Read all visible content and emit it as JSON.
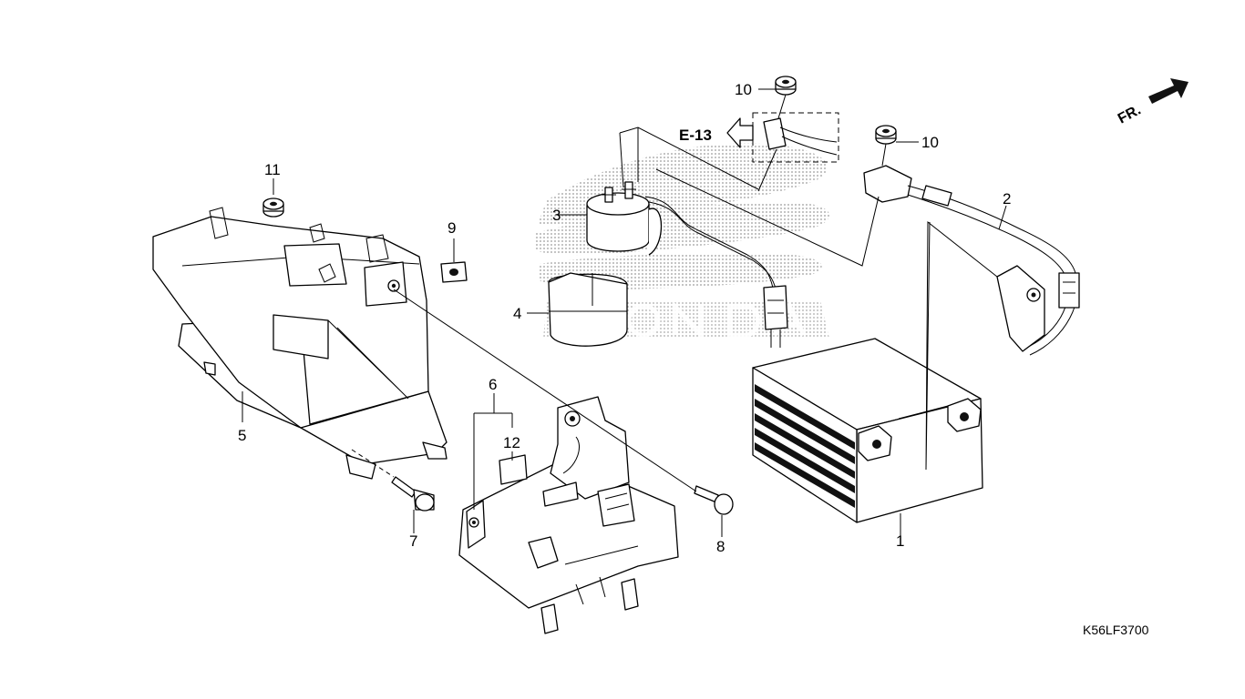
{
  "diagram": {
    "reference_code": "K56LF3700",
    "section_ref": "E-13",
    "direction_label": "FR.",
    "brand_watermark": "HONDA",
    "callouts": [
      {
        "id": "c1",
        "text": "1"
      },
      {
        "id": "c2",
        "text": "2"
      },
      {
        "id": "c3",
        "text": "3"
      },
      {
        "id": "c4",
        "text": "4"
      },
      {
        "id": "c5",
        "text": "5"
      },
      {
        "id": "c6",
        "text": "6"
      },
      {
        "id": "c7",
        "text": "7"
      },
      {
        "id": "c8",
        "text": "8"
      },
      {
        "id": "c9",
        "text": "9"
      },
      {
        "id": "c10a",
        "text": "10"
      },
      {
        "id": "c10b",
        "text": "10"
      },
      {
        "id": "c11",
        "text": "11"
      },
      {
        "id": "c12",
        "text": "12"
      }
    ]
  }
}
